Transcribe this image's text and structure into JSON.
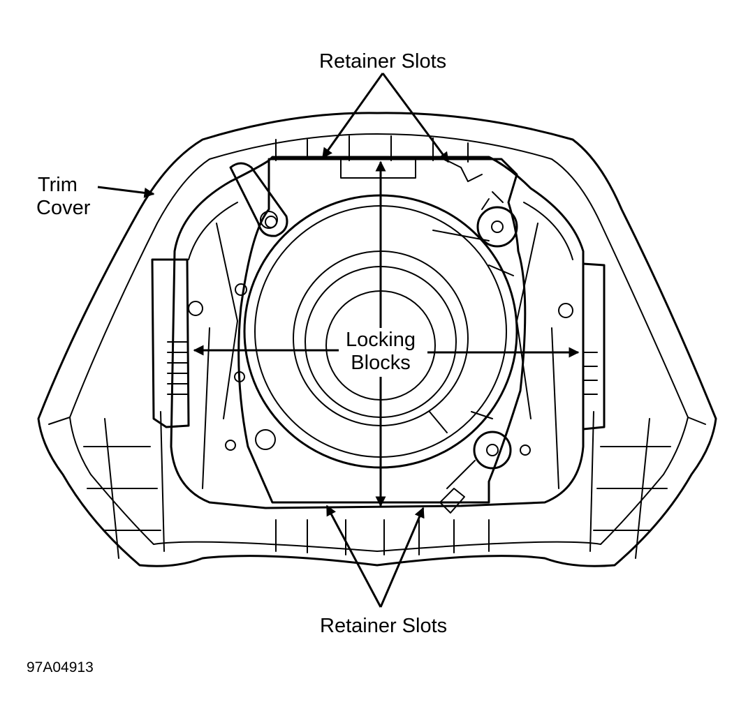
{
  "labels": {
    "retainer_slots_top": "Retainer Slots",
    "retainer_slots_bottom": "Retainer Slots",
    "trim_cover_line1": "Trim",
    "trim_cover_line2": "Cover",
    "locking_blocks_line1": "Locking",
    "locking_blocks_line2": "Blocks",
    "figure_id": "97A04913"
  }
}
